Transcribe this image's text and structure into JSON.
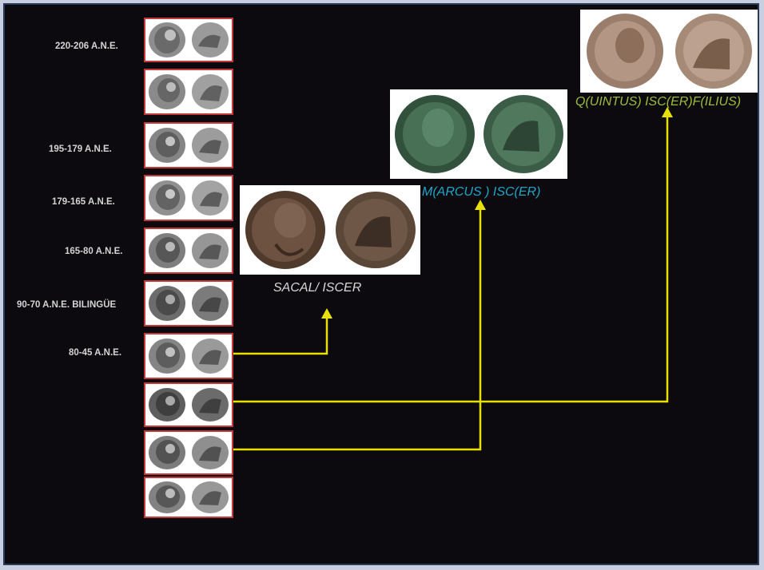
{
  "timeline": {
    "labels": [
      "220-206 A.N.E.",
      "195-179  A.N.E.",
      "179-165 A.N.E.",
      "165-80 A.N.E.",
      "90-70 A.N.E. BILINGÜE",
      "80-45 A.N.E."
    ]
  },
  "captions": {
    "sacal": "SACAL/ ISCER",
    "marcus": "M(ARCUS  ) ISC(ER)",
    "quintus": "Q(UINTUS)  ISC(ER)F(ILIUS)"
  },
  "colors": {
    "background": "#0c0a0e",
    "arrow": "#e8e000",
    "sacal_caption": "#d8d8d8",
    "marcus_caption": "#1fa7c9",
    "quintus_caption": "#9bbd3a",
    "coin_border": "#c23a3a"
  }
}
